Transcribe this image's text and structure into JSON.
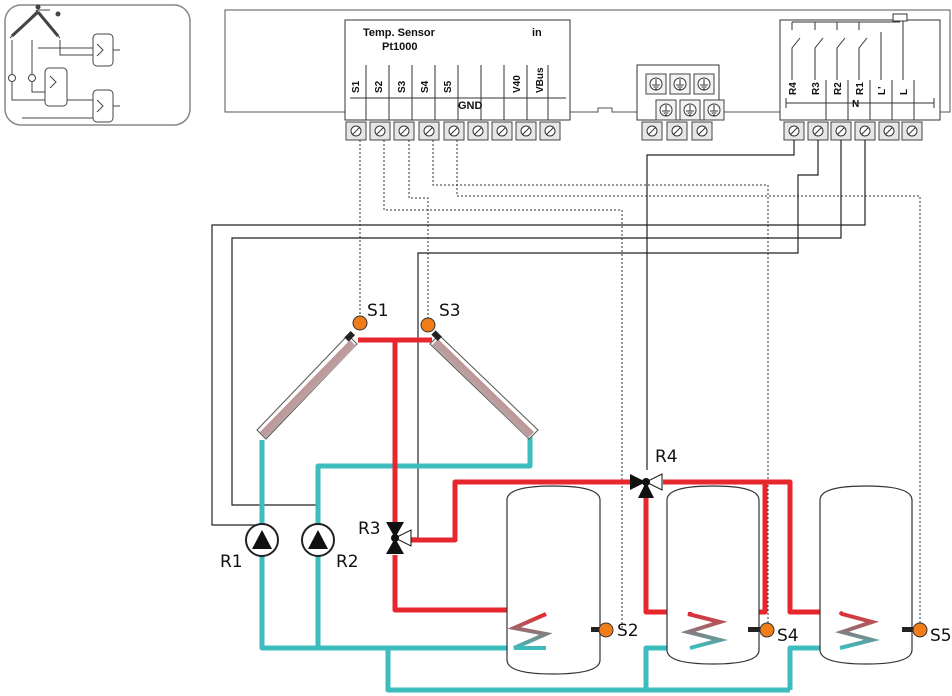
{
  "controller": {
    "sensor_block_title": "Temp. Sensor",
    "sensor_block_subtitle": "Pt1000",
    "in_label": "in",
    "sensor_terminals": [
      "S1",
      "S2",
      "S3",
      "S4",
      "S5",
      "",
      "V40",
      "VBus"
    ],
    "gnd_label": "GND",
    "relay_terminals": [
      "R4",
      "R3",
      "R2",
      "R1",
      "L'",
      "L"
    ],
    "n_label": "N"
  },
  "labels": {
    "s1": "S1",
    "s2": "S2",
    "s3": "S3",
    "s4": "S4",
    "s5": "S5",
    "r1": "R1",
    "r2": "R2",
    "r3": "R3",
    "r4": "R4"
  },
  "colors": {
    "hot": "#e8262e",
    "cold": "#3dbdbd",
    "sensor": "#f07d1a",
    "line": "#222222"
  },
  "icons": {
    "overview": "system-overview-thumbnail",
    "pump": "pump-icon",
    "valve": "three-way-valve-icon",
    "sensor": "temperature-sensor-icon",
    "ground": "ground-icon"
  }
}
